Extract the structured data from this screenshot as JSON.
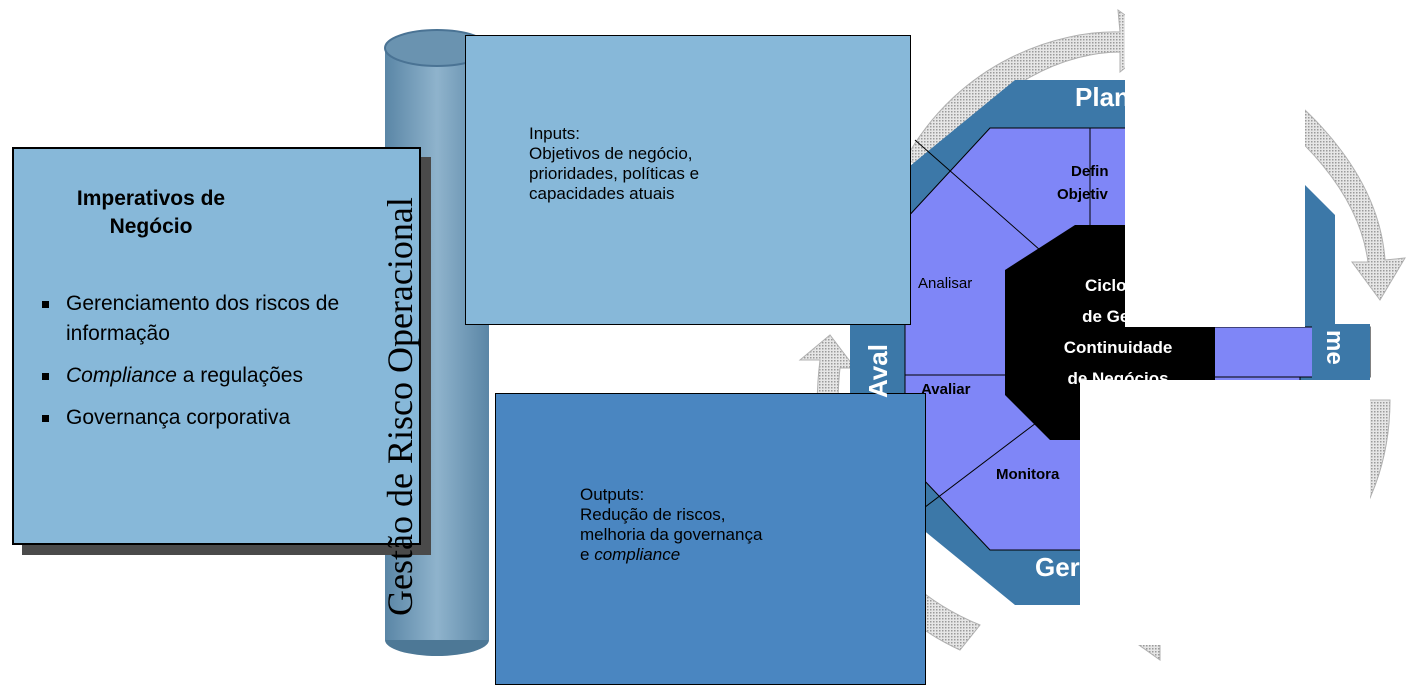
{
  "imperativos": {
    "title": "Imperativos de Negócio",
    "items": [
      {
        "text": "Gerenciamento dos riscos de informação"
      },
      {
        "italic": "Compliance",
        "text": " a regulações"
      },
      {
        "text": "Governança corporativa"
      }
    ]
  },
  "gestao_label": "Gestão de Risco Operacional",
  "inputs": {
    "heading": "Inputs:",
    "line1": "Objetivos de negócio,",
    "line2": "prioridades, políticas e",
    "line3": "capacidades atuais"
  },
  "outputs": {
    "heading": "Outputs:",
    "line1": "Redução de riscos,",
    "line2": "melhoria da governança",
    "line3_prefix": "e ",
    "line3_italic": "compliance"
  },
  "ring": {
    "top": "Plane",
    "left": "Aval",
    "bottom": "Ger",
    "right": "me"
  },
  "octagon": {
    "defin": "Defin",
    "objetiv": "Objetiv",
    "analisar": "Analisar",
    "avaliar": "Avaliar",
    "monitora": "Monitora"
  },
  "center": {
    "line1": "Ciclo de",
    "line2": "de Gestã",
    "line3": "Continuidade",
    "line4": "de Negócios"
  },
  "colors": {
    "light_blue": "#87b8d9",
    "mid_blue": "#4a86c1",
    "ring_blue": "#3c78a8",
    "octagon_periwinkle": "#7f86f7",
    "pillar": "#6a93b0",
    "center_black": "#000000",
    "arrow_gray": "#c4c4c4"
  }
}
